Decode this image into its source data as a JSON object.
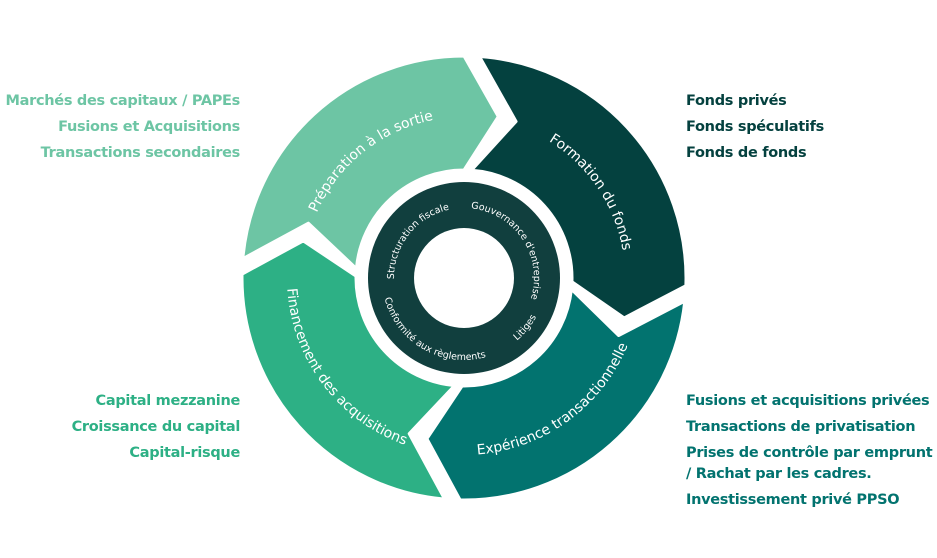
{
  "diagram": {
    "type": "cycle",
    "segments": [
      {
        "id": "preparation",
        "label": "Préparation à la sortie",
        "color": "#6DC5A4"
      },
      {
        "id": "formation",
        "label": "Formation du fonds",
        "color": "#04413F"
      },
      {
        "id": "experience",
        "label": "Expérience transactionnelle",
        "color": "#02736F"
      },
      {
        "id": "financement",
        "label": "Financement des acquisitions",
        "color": "#2DB085"
      }
    ],
    "core": {
      "color": "#113F3E",
      "labels": [
        "Structuration fiscale",
        "Gouvernance d'entreprise",
        "Litiges",
        "Conformité aux règlements"
      ]
    }
  },
  "lists": {
    "top_left": {
      "color": "#6DC5A4",
      "items": [
        "Marchés des capitaux / PAPEs",
        "Fusions et Acquisitions",
        "Transactions secondaires"
      ]
    },
    "top_right": {
      "color": "#04413F",
      "items": [
        "Fonds privés",
        "Fonds spéculatifs",
        "Fonds de fonds"
      ]
    },
    "bottom_left": {
      "color": "#2DB085",
      "items": [
        "Capital mezzanine",
        "Croissance du capital",
        "Capital-risque"
      ]
    },
    "bottom_right": {
      "color": "#02736F",
      "items": [
        "Fusions et acquisitions privées",
        "Transactions de privatisation",
        "Prises de contrôle par emprunt / Rachat par les cadres.",
        "Investissement privé PPSO"
      ]
    }
  }
}
